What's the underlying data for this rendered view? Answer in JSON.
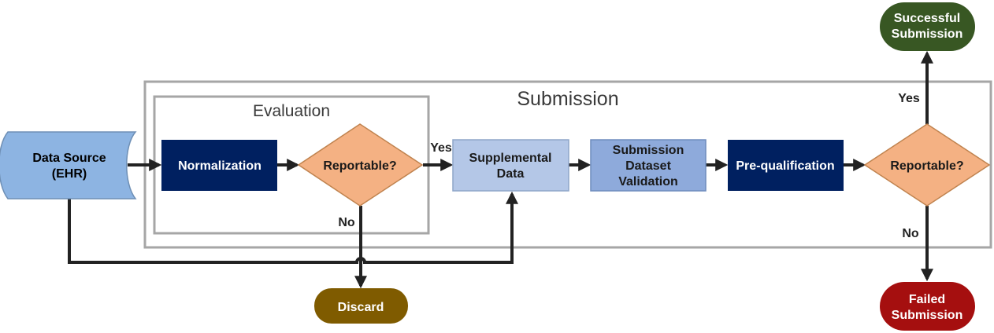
{
  "groups": {
    "submission": "Submission",
    "evaluation": "Evaluation"
  },
  "nodes": {
    "data_source": [
      "Data Source",
      "(EHR)"
    ],
    "normalization": [
      "Normalization"
    ],
    "reportable_eval": [
      "Reportable?"
    ],
    "supplemental_data": [
      "Supplemental",
      "Data"
    ],
    "dataset_validation": [
      "Submission",
      "Dataset",
      "Validation"
    ],
    "pre_qualification": [
      "Pre-qualification"
    ],
    "reportable_submit": [
      "Reportable?"
    ],
    "successful_submission": [
      "Successful",
      "Submission"
    ],
    "failed_submission": [
      "Failed",
      "Submission"
    ],
    "discard": [
      "Discard"
    ]
  },
  "edge_labels": {
    "eval_yes": "Yes",
    "eval_no": "No",
    "submit_yes": "Yes",
    "submit_no": "No"
  },
  "colors": {
    "data_source": "#8db4e2",
    "dark_navy": "#002060",
    "decision": "#f4b183",
    "supplemental": "#b4c7e7",
    "validation": "#8eaadb",
    "success": "#385723",
    "failed": "#a50f0f",
    "discard": "#7f5b00",
    "group_border": "#a6a6a6",
    "edge": "#222222"
  }
}
